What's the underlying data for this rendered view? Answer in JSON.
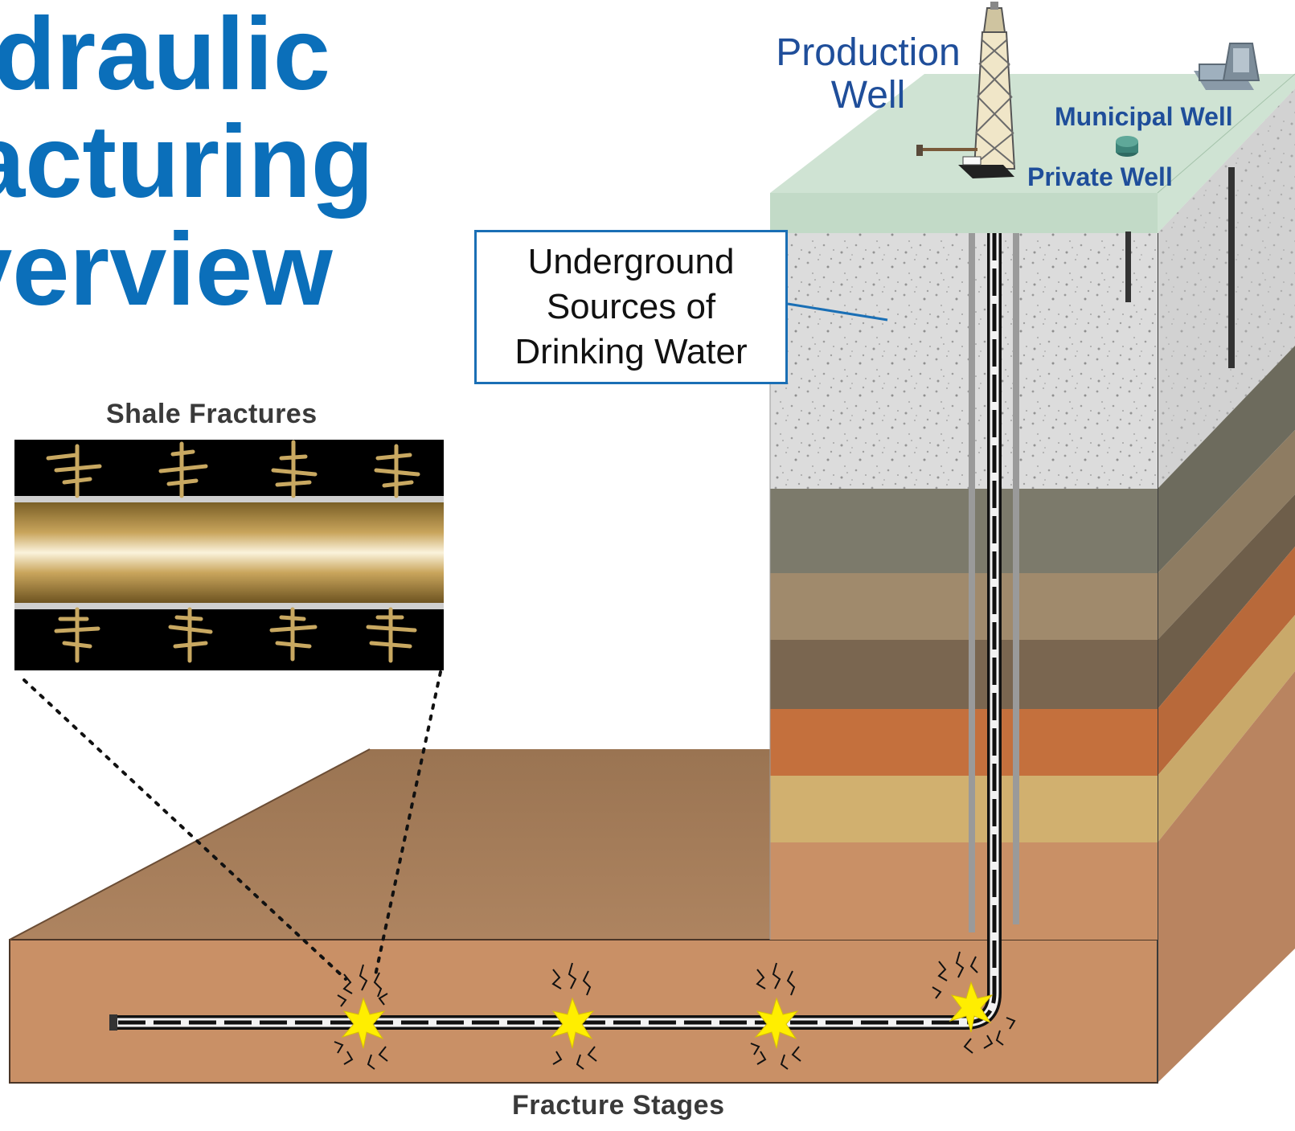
{
  "title": {
    "line1": "ydraulic",
    "line2": "acturing",
    "line3": "verview",
    "color": "#0b6fba"
  },
  "labels": {
    "production_well_line1": "Production",
    "production_well_line2": "Well",
    "municipal_well": "Municipal Well",
    "private_well": "Private Well",
    "usdw_line1": "Underground",
    "usdw_line2": "Sources of",
    "usdw_line3": "Drinking Water",
    "shale_fractures": "Shale Fractures",
    "fracture_stages": "Fracture Stages"
  },
  "colors": {
    "title_blue": "#0b6fba",
    "label_blue": "#1f4e9a",
    "surface": "#cfe3d3",
    "aquifer": "#d9d9d9",
    "shale": "#c99066",
    "flash": "#ffee00"
  },
  "icons": [
    "drilling-rig-icon",
    "pump-house-icon",
    "private-well-icon",
    "fracture-burst-icon"
  ]
}
